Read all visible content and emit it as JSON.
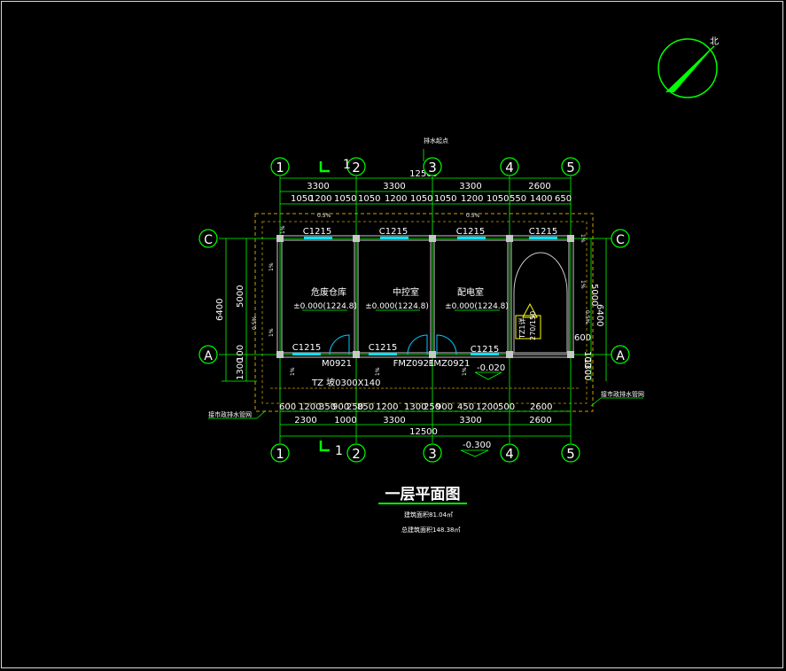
{
  "compass": {
    "north_label": "北"
  },
  "top_note": "排水起点",
  "grid": {
    "cols": [
      "1",
      "2",
      "3",
      "4",
      "5"
    ],
    "rows": [
      "C",
      "A"
    ]
  },
  "dims_top": {
    "overall": "12500",
    "bays": [
      "3300",
      "3300",
      "3300",
      "2600"
    ],
    "sub": [
      "1050",
      "1200",
      "1050",
      "1050",
      "1200",
      "1050",
      "1050",
      "1200",
      "1050",
      "550",
      "1400",
      "650"
    ]
  },
  "dims_bottom": {
    "overall": "12500",
    "bays": [
      "2300",
      "1000",
      "3300",
      "3300",
      "2600"
    ],
    "sub": [
      "600",
      "1200",
      "350",
      "900",
      "250",
      "850",
      "1200",
      "1300",
      "250",
      "900",
      "450",
      "1200",
      "500",
      "2600"
    ]
  },
  "dims_left": {
    "total": "6400",
    "bay": "5000",
    "sub": "1300",
    "small": "100"
  },
  "dims_right": {
    "total": "6400",
    "bay": "5000",
    "sub": "1300",
    "small": "100",
    "step": "600"
  },
  "section_marks": {
    "top": "1",
    "bottom": "1"
  },
  "windows": {
    "top": [
      "C1215",
      "C1215",
      "C1215",
      "C1215"
    ],
    "bottom": [
      "C1215",
      "C1215",
      "C1215"
    ]
  },
  "doors": [
    "M0921",
    "FMZ0921",
    "FMZ0921"
  ],
  "rooms": [
    {
      "name": "危废仓库",
      "level": "±0.000(1224.8)"
    },
    {
      "name": "中控室",
      "level": "±0.000(1224.8)"
    },
    {
      "name": "配电室",
      "level": "±0.000(1224.8)"
    }
  ],
  "stair_labels": [
    "TZ1详",
    "270/150"
  ],
  "levels": {
    "outdoor": "-0.020",
    "ground": "-0.300"
  },
  "gutter_note": "TZ 坡0300X140",
  "drain_left": "接市政排水管网",
  "drain_right": "接市政排水管网",
  "slope_labels": [
    "1%",
    "1%",
    "1%",
    "1%",
    "1%",
    "1%",
    "1%",
    "1%"
  ],
  "slope_values": [
    "0.5%",
    "0.5%",
    "0.5%",
    "0.5%"
  ],
  "title": "一层平面图",
  "area_lines": [
    "建筑面积81.04㎡",
    "总建筑面积148.38㎡"
  ],
  "colors": {
    "line": "#00ff00",
    "text": "#ffffff",
    "wall": "#c8c8c8",
    "window": "#00e5ff",
    "door": "#00c8ff",
    "dash": "#c8a000"
  }
}
